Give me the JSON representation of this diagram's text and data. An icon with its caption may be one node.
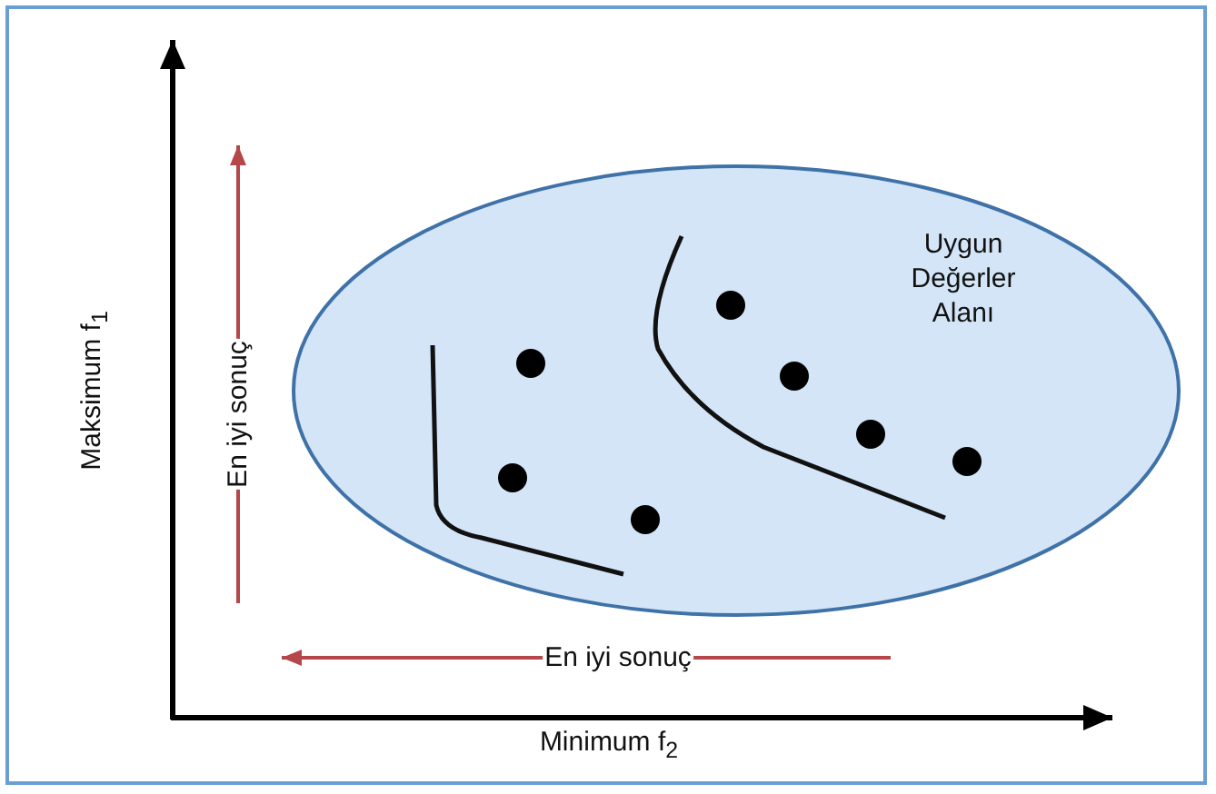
{
  "diagram": {
    "nodes": [
      {
        "text": [
          "Uygun Değerler Alanı"
        ]
      }
    ],
    "edges": [],
    "labels": [
      "Maksimum f$_{1}$",
      "En iyi sonuç",
      "En iyi sonuç",
      "Minimum  f$_{2}$"
    ]
  }
}
